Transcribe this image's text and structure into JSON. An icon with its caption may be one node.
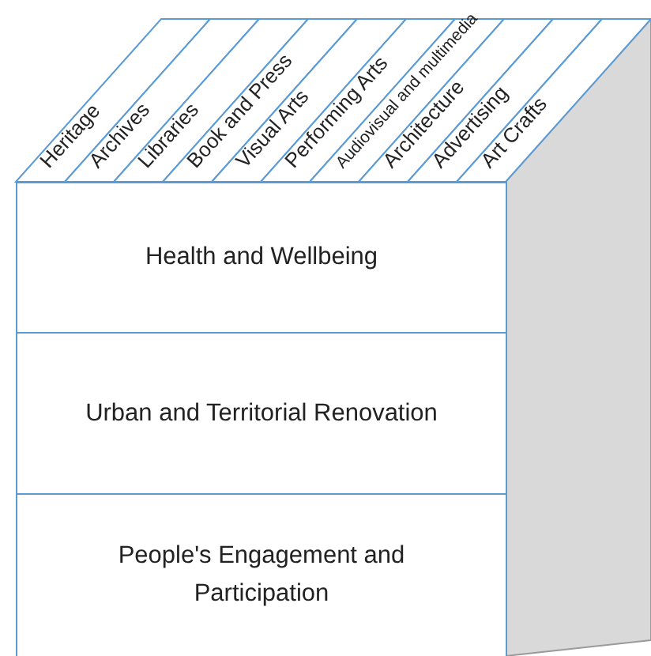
{
  "diagram": {
    "nodes": [
      {
        "text": [
          "Heritage"
        ]
      },
      {
        "text": [
          "Archives"
        ]
      },
      {
        "text": [
          "Libraries"
        ]
      },
      {
        "text": [
          "Book and Press"
        ]
      },
      {
        "text": [
          "Visual Arts"
        ]
      },
      {
        "text": [
          "Performing Arts"
        ]
      },
      {
        "text": [
          "Audiovisual and multimedia"
        ]
      },
      {
        "text": [
          "Architecture"
        ]
      },
      {
        "text": [
          "Advertising"
        ]
      },
      {
        "text": [
          "Art Crafts"
        ]
      },
      {
        "text": [
          "Health and Wellbeing"
        ]
      },
      {
        "text": [
          "Urban and Territorial Renovation"
        ]
      },
      {
        "text": [
          "People's Engagement and Participation"
        ]
      },
      {
        "text": [],
        "shape": "box"
      }
    ]
  }
}
